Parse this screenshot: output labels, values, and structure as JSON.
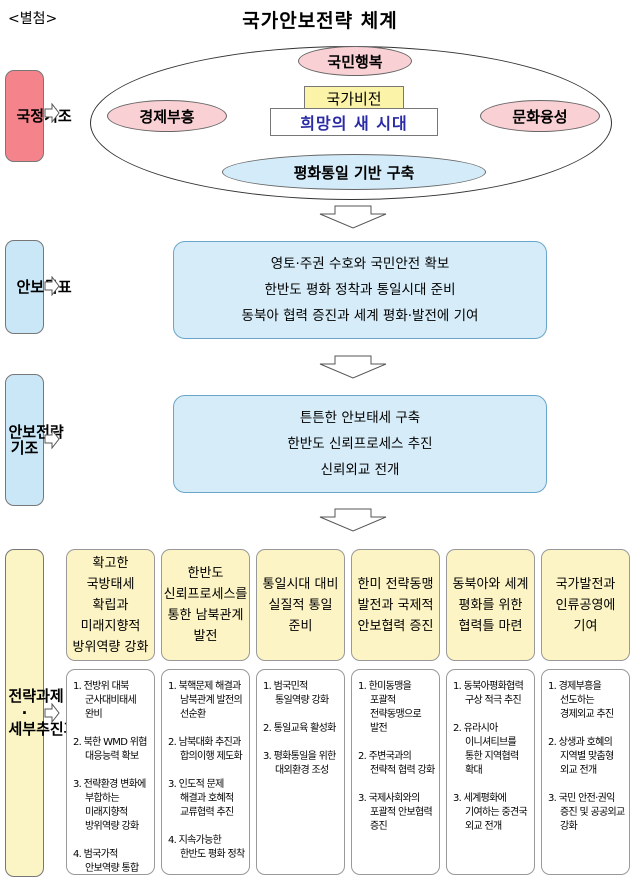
{
  "page": {
    "label": "<별첨>",
    "title": "국가안보전략 체계"
  },
  "sections": {
    "national_policy": "국정기조",
    "security_goals": "안보목표",
    "strategy_basis": "안보전략 기조",
    "tasks": "전략과제·세부추진과제"
  },
  "national_policy": {
    "top": "국민행복",
    "left": "경제부흥",
    "right": "문화융성",
    "bottom": "평화통일 기반 구축",
    "vision_label": "국가비전",
    "vision_text": "희망의 새 시대"
  },
  "security_goals": {
    "items": [
      "영토·주권 수호와 국민안전 확보",
      "한반도 평화 정착과 통일시대 준비",
      "동북아 협력 증진과 세계 평화·발전에 기여"
    ]
  },
  "strategy_basis": {
    "items": [
      "튼튼한 안보태세 구축",
      "한반도 신뢰프로세스 추진",
      "신뢰외교 전개"
    ]
  },
  "tasks": {
    "columns": [
      {
        "title": "확고한 국방태세 확립과 미래지향적 방위역량 강화",
        "details": [
          "1. 전방위 대북 군사대비태세 완비",
          "2. 북한 WMD 위협 대응능력 확보",
          "3. 전략환경 변화에 부합하는 미래지향적 방위역량 강화",
          "4. 범국가적 안보역량 통합"
        ]
      },
      {
        "title": "한반도 신뢰프로세스를 통한 남북관계 발전",
        "details": [
          "1. 북핵문제 해결과 남북관계 발전의 선순환",
          "2. 남북대화 추진과 합의이행 제도화",
          "3. 인도적 문제 해결과 호혜적 교류협력 추진",
          "4. 지속가능한 한반도 평화 정착"
        ]
      },
      {
        "title": "통일시대 대비 실질적 통일 준비",
        "details": [
          "1. 범국민적 통일역량 강화",
          "2. 통일교육 활성화",
          "3. 평화통일을 위한 대외환경 조성"
        ]
      },
      {
        "title": "한미 전략동맹 발전과 국제적 안보협력 증진",
        "details": [
          "1. 한미동맹을 포괄적 전략동맹으로 발전",
          "2. 주변국과의 전략적 협력 강화",
          "3. 국제사회와의 포괄적 안보협력 증진"
        ]
      },
      {
        "title": "동북아와 세계 평화를 위한 협력틀 마련",
        "details": [
          "1. 동북아평화협력 구상 적극 추진",
          "2. 유라시아 이니셔티브를 통한 지역협력 확대",
          "3. 세계평화에 기여하는 중견국 외교 전개"
        ]
      },
      {
        "title": "국가발전과 인류공영에 기여",
        "details": [
          "1. 경제부흥을 선도하는 경제외교 추진",
          "2. 상생과 호혜의 지역별 맞춤형 외교 전개",
          "3. 국민 안전·권익 증진 및 공공외교 강화"
        ]
      }
    ]
  },
  "colors": {
    "side_pink": "#f4838b",
    "side_blue": "#c9e7f7",
    "side_yellow": "#fbf5c6",
    "goal_box": "#d6ecf8",
    "vision_text": "#2a2aa5"
  }
}
